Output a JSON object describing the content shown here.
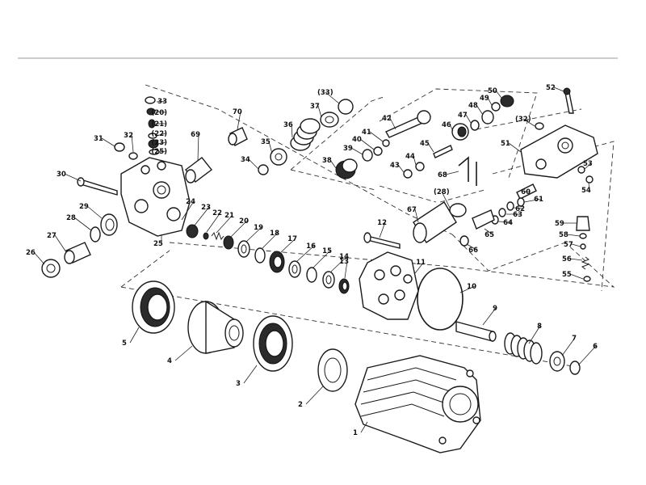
{
  "diagram": {
    "type": "exploded-parts-view",
    "accent_color": "#1a1a1a",
    "labels": [
      "1",
      "2",
      "3",
      "4",
      "5",
      "6",
      "7",
      "8",
      "9",
      "10",
      "11",
      "12",
      "13",
      "14",
      "15",
      "16",
      "17",
      "18",
      "19",
      "20",
      "21",
      "22",
      "23",
      "24",
      "25",
      "26",
      "27",
      "28",
      "29",
      "30",
      "31",
      "32",
      "33",
      "34",
      "35",
      "36",
      "37",
      "38",
      "39",
      "40",
      "41",
      "42",
      "43",
      "44",
      "45",
      "46",
      "47",
      "48",
      "49",
      "50",
      "51",
      "52",
      "53",
      "54",
      "55",
      "56",
      "57",
      "58",
      "59",
      "60",
      "61",
      "62",
      "63",
      "64",
      "65",
      "66",
      "67",
      "68",
      "69",
      "70",
      "(20)",
      "(21)",
      "(22)",
      "(23)",
      "(25)",
      "(28)",
      "(32)",
      "(33)"
    ]
  }
}
